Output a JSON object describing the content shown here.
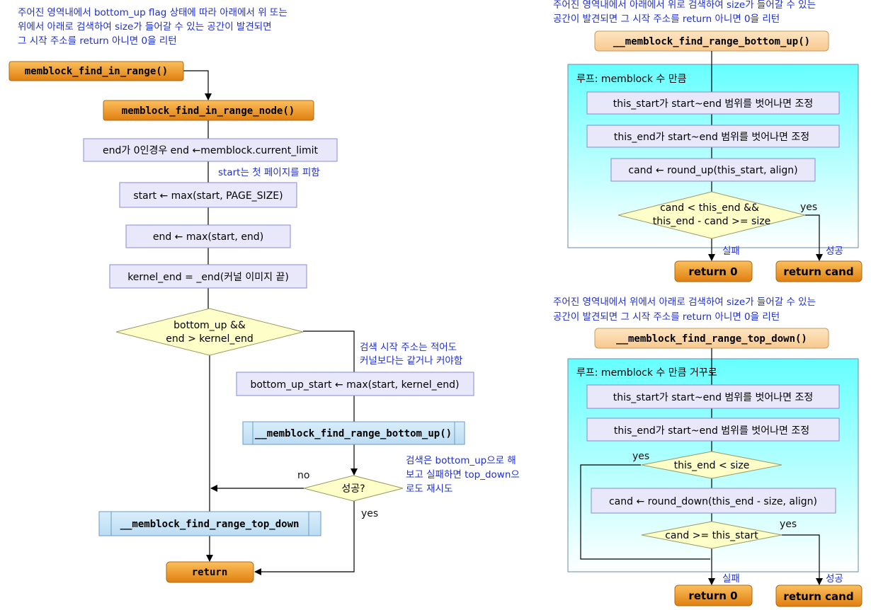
{
  "notes": {
    "top_left": [
      "주어진 영역내에서 bottom_up flag 상태에 따라 아래에서 위 또는",
      "위에서 아래로 검색하여 size가 들어갈 수 있는 공간이 발견되면",
      "그 시작 주소를 return 아니면 0을 리턴"
    ],
    "top_right": [
      "주어진 영역내에서 아래에서 위로 검색하여 size가 들어갈 수 있는",
      "공간이 발견되면 그 시작 주소를 return 아니면 0을 리턴"
    ],
    "mid_right": [
      "주어진 영역내에서 위에서 아래로 검색하여 size가 들어갈 수 있는",
      "공간이 발견되면 그 시작 주소를 return 아니면 0을 리턴"
    ],
    "start_skip": "start는 첫 페이지를 피함",
    "kernel_note": [
      "검색 시작 주소는 적어도",
      "커널보다는 같거나 커야함"
    ],
    "retry_note": [
      "검색은 bottom_up으로 해",
      "보고 실패하면 top_down으",
      "로도 재시도"
    ]
  },
  "left": {
    "fn_entry": "memblock_find_in_range()",
    "fn_node": "memblock_find_in_range_node()",
    "step_end": "end가 0인경우 end ←memblock.current_limit",
    "step_start": "start ← max(start, PAGE_SIZE)",
    "step_end2": "end ← max(start, end)",
    "step_kernel": "kernel_end = _end(커널 이미지 끝)",
    "cond_bottom": [
      "bottom_up &&",
      "end > kernel_end"
    ],
    "step_bu_start": "bottom_up_start ← max(start, kernel_end)",
    "fn_bottom_up": "__memblock_find_range_bottom_up()",
    "cond_success": "성공?",
    "fn_top_down": "__memblock_find_range_top_down",
    "ret": "return",
    "label_no": "no",
    "label_yes": "yes"
  },
  "bottom_up": {
    "title": "__memblock_find_range_bottom_up()",
    "loop": "루프: memblock 수 만큼",
    "adj_start": "this_start가 start~end 범위를 벗어나면 조정",
    "adj_end": "this_end가 start~end 범위를 벗어나면 조정",
    "cand": "cand ← round_up(this_start, align)",
    "cond": [
      "cand < this_end &&",
      "this_end - cand >= size"
    ],
    "yes": "yes",
    "fail": "실패",
    "success": "성공",
    "ret0": "return 0",
    "retc": "return cand"
  },
  "top_down": {
    "title": "__memblock_find_range_top_down()",
    "loop": "루프: memblock 수 만큼 거꾸로",
    "adj_start": "this_start가 start~end 범위를 벗어나면 조정",
    "adj_end": "this_end가 start~end 범위를 벗어나면 조정",
    "cond_size": "this_end < size",
    "yes1": "yes",
    "cand": "cand ← round_down(this_end - size, align)",
    "cond_start": "cand >= this_start",
    "yes2": "yes",
    "fail": "실패",
    "success": "성공",
    "ret0": "return 0",
    "retc": "return cand"
  },
  "colors": {
    "fn_orange": "#f0a030",
    "fn_peach": "#fbd9a8",
    "step_fill": "#e8e8fa",
    "step_stroke": "#8a8ad8",
    "decision": "#fefec8",
    "loop_top": "#66ffff",
    "loop_bottom": "#ffffff",
    "fn_blue": "#c8e4f6",
    "note_text": "#1f2fd0"
  }
}
